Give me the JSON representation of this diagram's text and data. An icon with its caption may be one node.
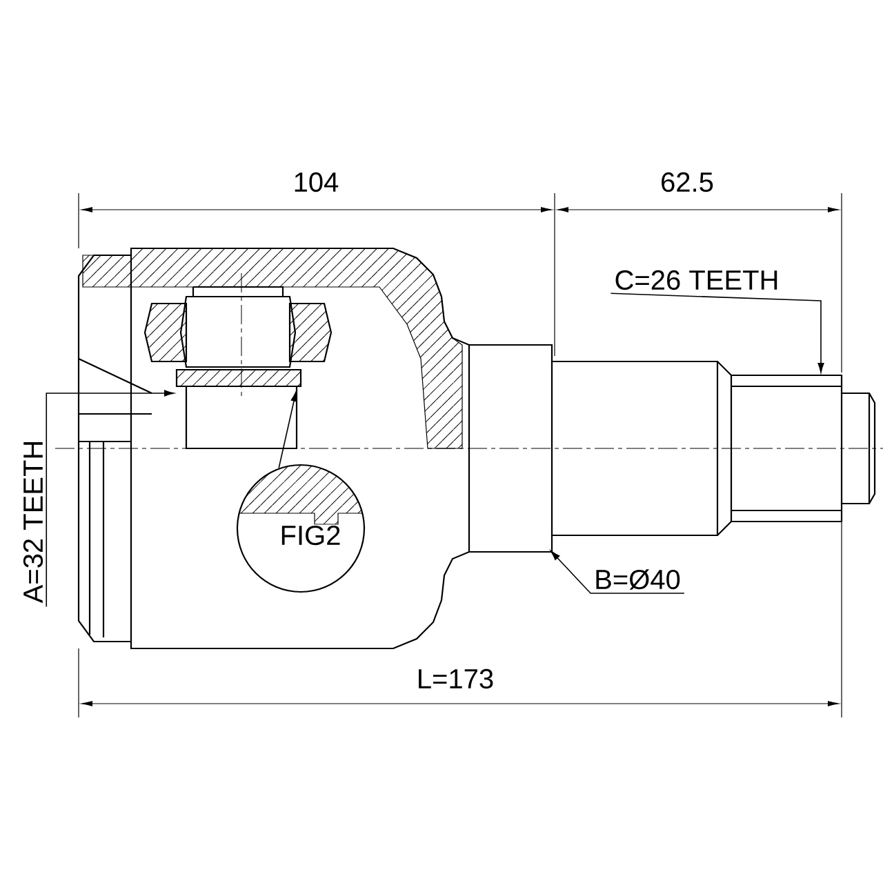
{
  "diagram": {
    "nodes": [
      {
        "text": [
          "C=26 TEETH"
        ]
      },
      {
        "text": [
          "A=32 TEETH"
        ]
      },
      {
        "text": [
          "FIG2"
        ]
      },
      {
        "text": [
          "B=Ø40"
        ]
      }
    ],
    "edges": [
      {
        "from": 0,
        "to": null,
        "arrow": "to"
      },
      {
        "from": 1,
        "to": null,
        "arrow": "to"
      },
      {
        "from": 2,
        "to": null,
        "arrow": "to"
      },
      {
        "from": 3,
        "to": null,
        "arrow": "to"
      }
    ],
    "labels": [
      "104",
      "62.5",
      "L=173"
    ]
  }
}
